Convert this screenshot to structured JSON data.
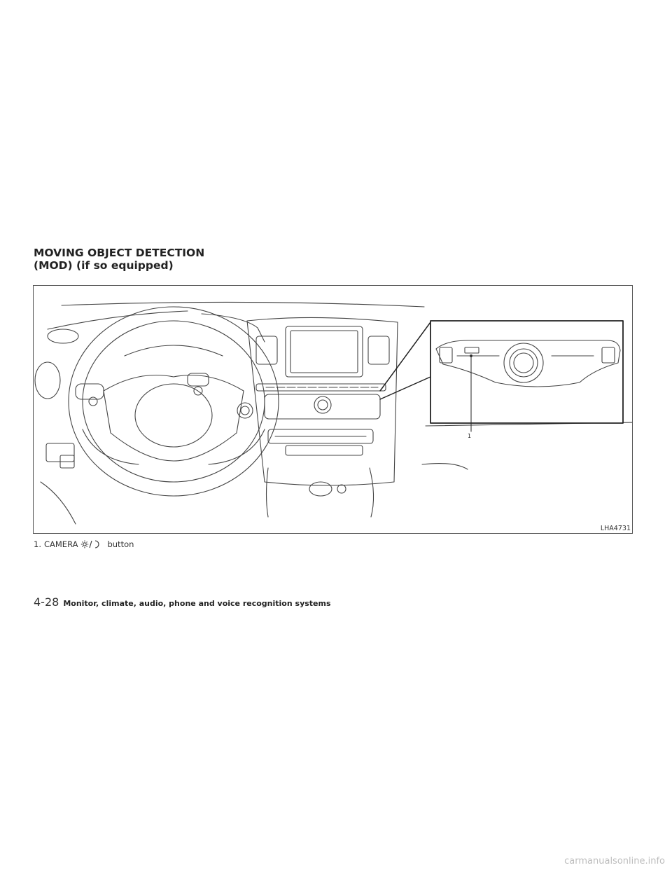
{
  "heading": {
    "line1": "MOVING OBJECT DETECTION",
    "line2": "(MOD) (if so equipped)"
  },
  "figure": {
    "code": "LHA4731",
    "callout_number": "1"
  },
  "caption": {
    "number": "1.",
    "label": "CAMERA",
    "icon": "sun-moon-icon",
    "suffix": "button"
  },
  "footer": {
    "page_number": "4-28",
    "section_title": "Monitor, climate, audio, phone and voice recognition systems"
  },
  "watermark": "carmanualsonline.info"
}
